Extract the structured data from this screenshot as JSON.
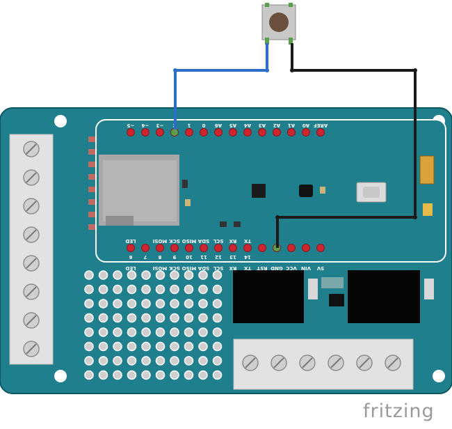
{
  "top_header_labels": [
    "~5",
    "~4",
    "~3",
    "2",
    "1",
    "0",
    "A6",
    "A5",
    "A4",
    "A3",
    "A2",
    "A1",
    "A0",
    "AREF"
  ],
  "bottom_header_labels_top": [
    "LED",
    "MOSI",
    "SCK",
    "MISO",
    "SDA",
    "SCL",
    "RX",
    "TX"
  ],
  "bottom_header_labels_bottom": [
    "LED",
    "MOSI",
    "SCK",
    "MISO",
    "SDA",
    "SCL",
    "RX",
    "TX",
    "RST",
    "GND",
    "VCC",
    "VIN",
    "5V"
  ],
  "bottom_header_numbers": [
    "6",
    "7",
    "8",
    "9",
    "10",
    "11",
    "12",
    "13",
    "14"
  ],
  "logo_text": "fritzing",
  "colors": {
    "board": "#1f7f8c",
    "board_edge": "#0d5560",
    "wire_blue": "#2d6ec9",
    "wire_black": "#1a1a1a",
    "pin_red": "#cc2530",
    "terminal": "#e4e4e4"
  }
}
